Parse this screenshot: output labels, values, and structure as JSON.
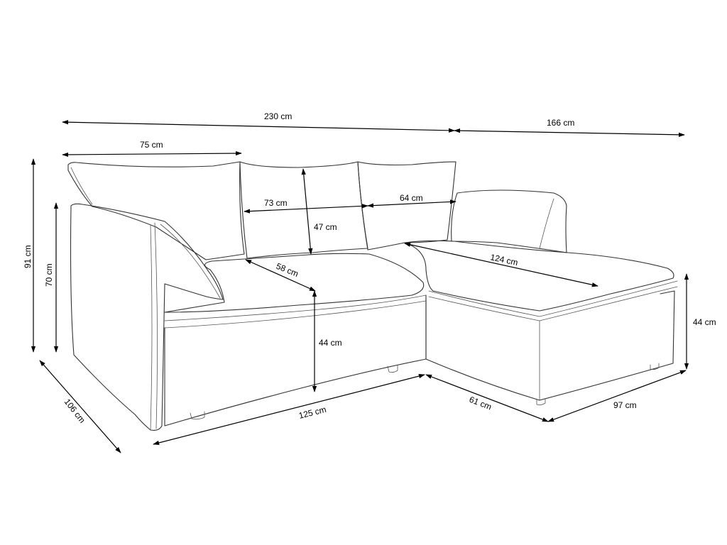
{
  "accent_color": "#000000",
  "outline_color": "#333333",
  "dimensions": {
    "total_width": "230 cm",
    "chaise_length": "166 cm",
    "armrest_width": "75 cm",
    "back_cushion_left": "73 cm",
    "back_cushion_right": "64 cm",
    "back_cushion_height": "47 cm",
    "chaise_seat_depth": "124 cm",
    "seat_depth": "58 cm",
    "total_height": "91 cm",
    "armrest_height": "70 cm",
    "seat_height": "44 cm",
    "chaise_height": "44 cm",
    "total_depth": "106 cm",
    "front_length": "125 cm",
    "chaise_side": "61 cm",
    "chaise_width": "97 cm"
  }
}
